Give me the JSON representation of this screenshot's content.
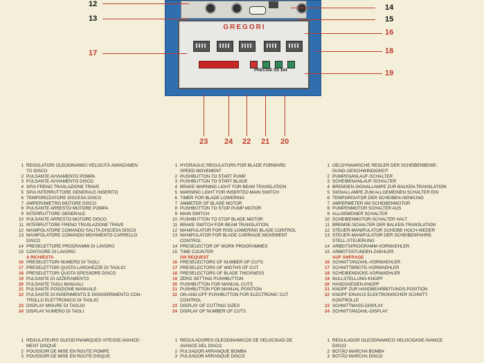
{
  "callouts": {
    "n12": "12",
    "n13": "13",
    "n14": "14",
    "n15": "15",
    "n16": "16",
    "n17": "17",
    "n18": "18",
    "n19": "19",
    "n23": "23",
    "n24": "24",
    "n22": "22",
    "n21": "21",
    "n20": "20"
  },
  "machine": {
    "logo": "GREGORI",
    "model": "PRECISE SS 164"
  },
  "italian": {
    "items": [
      {
        "n": "1",
        "t": "REGOLATORI OLEODINAMICI VELOCITÀ AVANZAMEN"
      },
      {
        "n": "",
        "t": "TO DISCO"
      },
      {
        "n": "2",
        "t": "PULSANTE AVVIAMENTO POMPA"
      },
      {
        "n": "3",
        "t": "PULSANTE AVVIAMENTO DISCO"
      },
      {
        "n": "4",
        "t": "SPIA FRENO TRASLAZIONE TRAVE"
      },
      {
        "n": "5",
        "t": "SPIA INTERRUTTORE GENERALE INSERITO"
      },
      {
        "n": "6",
        "t": "TEMPORIZZATORE DISCESA DISCO"
      },
      {
        "n": "7",
        "t": "AMPEROMETRO MOTORE DISCO"
      },
      {
        "n": "8",
        "t": "PULSANTE ARRESTO MOTORE POMPA"
      },
      {
        "n": "9",
        "t": "INTERRUTTORE GENERALE"
      },
      {
        "n": "10",
        "t": "PULSANTE ARRESTO MOTORE DISCO"
      },
      {
        "n": "11",
        "t": "INTERRUTTORE FRENO TRASLAZIONE TRAVE"
      },
      {
        "n": "12",
        "t": "MANIPOLATORE COMANDO SALITA-DISCESA DISCO"
      },
      {
        "n": "13",
        "t": "MANIPOLATORE COMANDO MOVIMENTO CARRELLO"
      },
      {
        "n": "",
        "t": "DISCO"
      },
      {
        "n": "14",
        "t": "PRESELETTORE PROGRAMMI DI LAVORO"
      },
      {
        "n": "15",
        "t": "CONTAORE DI LAVORO"
      }
    ],
    "heading": "A RICHIESTA",
    "optional": [
      {
        "n": "16",
        "t": "PRESELETTORI NUMERO DI TAGLI"
      },
      {
        "n": "17",
        "t": "PRESELETTORI QUOTA LARGHEZZE DI TAGLIO"
      },
      {
        "n": "18",
        "t": "PRESELETTORI QUOTA SPESSORE DISCO"
      },
      {
        "n": "19",
        "t": "PULSANTE DI AZZERAMENTO"
      },
      {
        "n": "20",
        "t": "PULSANTE TAGLI MANUALI"
      },
      {
        "n": "21",
        "t": "PULSANTE POSIZIONE MANUALE"
      },
      {
        "n": "22",
        "t": "PULSANTE DI INSERIMENTO E DISINSERIMENTO CON-"
      },
      {
        "n": "",
        "t": "TROLLO ELETTRONICO DI TAGLIO"
      },
      {
        "n": "23",
        "t": "DISPLAY MISURE DI TAGLIO"
      },
      {
        "n": "24",
        "t": "DISPLAY NUMERO DI TAGLI"
      }
    ]
  },
  "english": {
    "items": [
      {
        "n": "1",
        "t": "HYDRAULIC REGULATORS FOR BLADE FORWARD"
      },
      {
        "n": "",
        "t": "SPEED MOVEMENT"
      },
      {
        "n": "2",
        "t": "PUSHBUTTON TO START PUMP"
      },
      {
        "n": "3",
        "t": "PUSHBUTTON TO START BLADE"
      },
      {
        "n": "4",
        "t": "BRAKE WARNING LIGHT FOR BEAM TRANSLATION"
      },
      {
        "n": "5",
        "t": "WARNING LIGHT FOR INSERTED MAIN SWITCH"
      },
      {
        "n": "6",
        "t": "TIMER FOR BLADE LOWERING"
      },
      {
        "n": "7",
        "t": "AMMETER OF BLADE MOTOR"
      },
      {
        "n": "8",
        "t": "PUSHBUTTON TO STOP PUMP MOTOR"
      },
      {
        "n": "9",
        "t": "MAIN SWITCH"
      },
      {
        "n": "10",
        "t": "PUSHBUTTON TO STOP BLADE MOTOR"
      },
      {
        "n": "11",
        "t": "BRAKE SWITCH FOR BEAM TRANSLATION"
      },
      {
        "n": "12",
        "t": "MANIPULATOR FOR RISE-LOWERING BLADE CONTROL"
      },
      {
        "n": "13",
        "t": "MANIPULATOR FOR BLADE CARRIAGE MOVEMENT"
      },
      {
        "n": "",
        "t": "CONTROL"
      },
      {
        "n": "14",
        "t": "PRESELECTOR OF WORK PROGRAMMES"
      },
      {
        "n": "15",
        "t": "TIME COUNTER"
      }
    ],
    "heading": "ON REQUEST",
    "optional": [
      {
        "n": "16",
        "t": "PRESELECTORS OF NUMBER OF CUTS"
      },
      {
        "n": "17",
        "t": "PRESELECTORS OF WIDTHS OF CUT"
      },
      {
        "n": "18",
        "t": "PRESELECTORS OF BLADE THICKNESS"
      },
      {
        "n": "19",
        "t": "ZERO SETTING PUSHBUTTON"
      },
      {
        "n": "20",
        "t": "PUSHBUTTON FOR MANUAL CUTS"
      },
      {
        "n": "21",
        "t": "PUSHBUTTON FOR MANUAL POSITION"
      },
      {
        "n": "22",
        "t": "ON-AND-OFF PUSHBUTTON FOR ELECTRONIC CUT"
      },
      {
        "n": "",
        "t": "CONTROL"
      },
      {
        "n": "23",
        "t": "DISPLAY OF CUTTING SIZES"
      },
      {
        "n": "24",
        "t": "DISPLAY OF NUMBER OF CUTS"
      }
    ]
  },
  "german": {
    "items": [
      {
        "n": "1",
        "t": "OELDYNAMISCHE REGLER DER SCHEIBENBEWE-"
      },
      {
        "n": "",
        "t": "GUNG-GESCHWINDIGKEIT"
      },
      {
        "n": "2",
        "t": "PUMPENANLAUF-SCHALTER"
      },
      {
        "n": "3",
        "t": "SCHEIBENANLAUF-SCHALTER"
      },
      {
        "n": "4",
        "t": "BREMSEN-SIGNALLAMPE ZUR BALKEN-TRANSLATION"
      },
      {
        "n": "5",
        "t": "SIGNALLAMPE ZUM ALLGEMEINEN SCHALTER EIN"
      },
      {
        "n": "6",
        "t": "TEMPORISATOR DER SCHEIBEN-SENKUNG"
      },
      {
        "n": "7",
        "t": "AMPERMETER AM SCHEIBENMOTOR"
      },
      {
        "n": "8",
        "t": "PUMPENMOTOR SCHALTER AUS"
      },
      {
        "n": "9",
        "t": "ALLGEMEINER SCHALTER"
      },
      {
        "n": "10",
        "t": "SCHEIBENMOTOR-SCHALTER HALT"
      },
      {
        "n": "11",
        "t": "BREMSE-SCHALTER DER BALKEN-TRANSLATION"
      },
      {
        "n": "12",
        "t": "STEUER-MANIPULATOR SCHEIBE HOCH-NIEDER"
      },
      {
        "n": "13",
        "t": "STEUER-MANIPULATOR DER SCHEIBENFAHRE-"
      },
      {
        "n": "",
        "t": "STELL-STEUERUNG"
      },
      {
        "n": "14",
        "t": "ARBEITSPROGRAMM-VORWAEHLER"
      },
      {
        "n": "15",
        "t": "ARBEITSSTUNDEN-ZAEHLER"
      }
    ],
    "heading": "AUF ANFRAGE",
    "optional": [
      {
        "n": "16",
        "t": "SCHNITTANZAHL-VORWAEHLER"
      },
      {
        "n": "17",
        "t": "SCHNITTBREITE-VORWAEHLER"
      },
      {
        "n": "18",
        "t": "SCHEIBENDICKE-VORWAEHLER"
      },
      {
        "n": "19",
        "t": "NULLSTELLUNG-KNOPF"
      },
      {
        "n": "20",
        "t": "HANDSAEGEN-KNOPF"
      },
      {
        "n": "21",
        "t": "KNOPF ZUR HANDBEARBEITUNGS-POSITION"
      },
      {
        "n": "22",
        "t": "KNOPF EIN/AUS ELEKTRONISCHER SCHNITT-"
      },
      {
        "n": "",
        "t": "KONTROLLE"
      },
      {
        "n": "23",
        "t": "SCHNITTMASS-DISPLAY"
      },
      {
        "n": "24",
        "t": "SCHNITTANZAHL-DISPLAY"
      }
    ]
  },
  "french": [
    {
      "n": "1",
      "t": "REGULATEURS OLEODYNAMIQUES VITESSE AVANCE-"
    },
    {
      "n": "",
      "t": "MENT DISQUE"
    },
    {
      "n": "2",
      "t": "POUSSOIR DE MISE EN ROUTE POMPE"
    },
    {
      "n": "3",
      "t": "POUSSOIR DE MISE EN ROUTE DISQUE"
    }
  ],
  "spanish": [
    {
      "n": "1",
      "t": "REGULADORES OLEODINAMICOS DE VELOCIDAD DE"
    },
    {
      "n": "",
      "t": "AVANCE DEL DISCO"
    },
    {
      "n": "2",
      "t": "PULSADOR ARRANQUE BOMBA"
    },
    {
      "n": "3",
      "t": "PULSADOR ARRANQUE DISCO"
    }
  ],
  "portuguese": [
    {
      "n": "1",
      "t": "REGULADOR OLEODINAMICO VELOCIDADE AVANCE"
    },
    {
      "n": "",
      "t": "DISCO"
    },
    {
      "n": "2",
      "t": "BOTÃO MARCHA BOMBA"
    },
    {
      "n": "3",
      "t": "BOTÃO MARCHA DISCO"
    }
  ]
}
